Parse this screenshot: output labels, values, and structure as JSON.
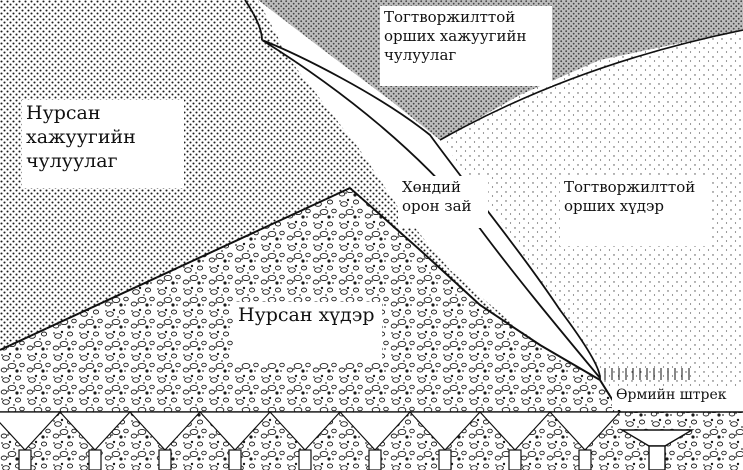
{
  "diagram": {
    "labels": {
      "stable_overburden": [
        "Тогтворжилттой",
        "орших хажуугийн",
        "чулуулаг"
      ],
      "caved_overburden": [
        "Нурсан",
        "хажуугийн",
        "чулуулаг"
      ],
      "void_space": [
        "Хөндий",
        "орон зай"
      ],
      "stable_ore": [
        "Тогтворжилттой",
        "орших хүдэр"
      ],
      "caved_ore": [
        "Нурсан хүдэр"
      ],
      "undercut_drift": [
        "Өрмийн штрек"
      ]
    },
    "colors": {
      "ink": "#111111",
      "paper": "#ffffff",
      "stipple": "#2a2a2a"
    }
  }
}
